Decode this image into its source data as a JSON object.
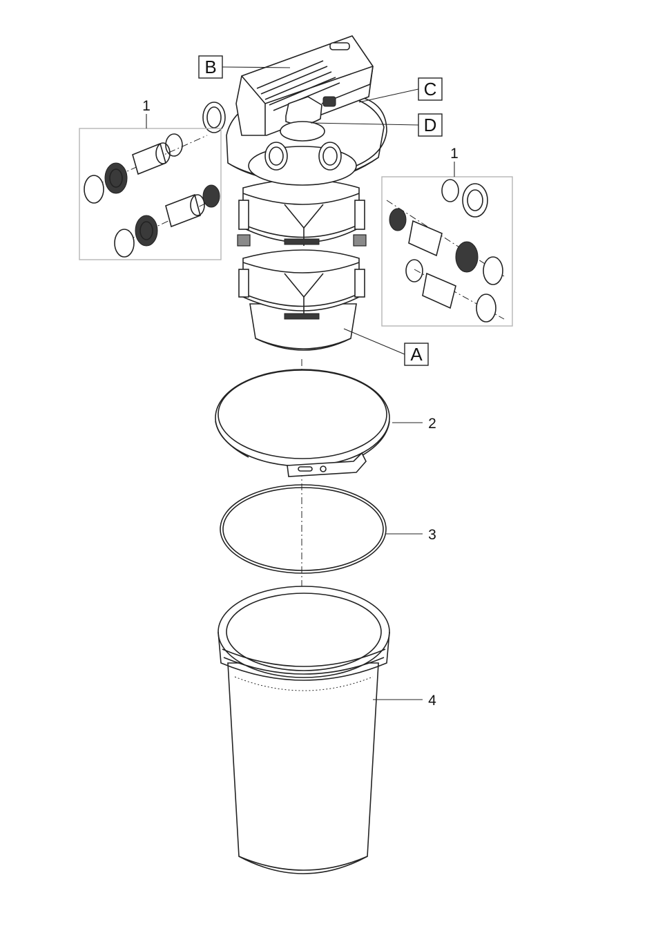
{
  "labels": {
    "A": "A",
    "B": "B",
    "C": "C",
    "D": "D"
  },
  "numbers": {
    "kit_left": "1",
    "kit_right": "1",
    "clamp_ring": "2",
    "o_ring": "3",
    "container": "4"
  }
}
